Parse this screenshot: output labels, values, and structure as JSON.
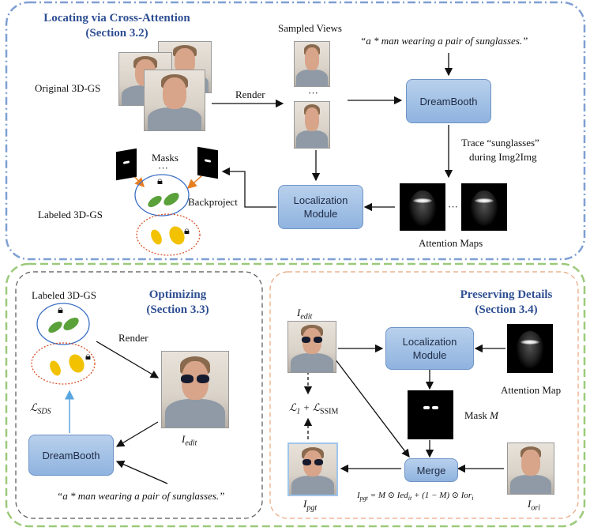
{
  "top": {
    "title_line1": "Locating via Cross-Attention",
    "title_line2": "(Section 3.2)",
    "original_label": "Original 3D-GS",
    "render_label": "Render",
    "sampled_views_label": "Sampled Views",
    "ellipsis": "···",
    "prompt": "“a * man wearing a pair of sunglasses.”",
    "dreambooth": "DreamBooth",
    "trace_line1": "Trace “sunglasses”",
    "trace_line2": "during Img2Img",
    "localization_line1": "Localization",
    "localization_line2": "Module",
    "attention_label": "Attention Maps",
    "masks_label": "Masks",
    "backproject_label": "Backproject",
    "labeled_label": "Labeled 3D-GS"
  },
  "optimizing": {
    "title_line1": "Optimizing",
    "title_line2": "(Section 3.3)",
    "labeled_label": "Labeled 3D-GS",
    "render_label": "Render",
    "lsds": "ℒSDS",
    "dreambooth": "DreamBooth",
    "iedit": "Iedit",
    "prompt": "“a * man wearing a pair of sunglasses.”"
  },
  "preserving": {
    "title_line1": "Preserving Details",
    "title_line2": "(Section 3.4)",
    "iedit": "Iedit",
    "localization_line1": "Localization",
    "localization_line2": "Module",
    "attention_label": "Attention Map",
    "loss": "ℒ1 + ℒSSIM",
    "mask_label": "Mask M",
    "merge": "Merge",
    "ipgt": "Ipgt",
    "iori": "Iori",
    "equation": "Ipgt = M ⊙ Iedit + (1 − M) ⊙ Iori"
  },
  "colors": {
    "top_border": "#7f9fd2",
    "bottom_border": "#9cc97a",
    "left_border": "#555555",
    "right_border": "#e8a57c",
    "accent": "#2f4f93",
    "gaussian_green": "#5aa13a",
    "gaussian_yellow": "#f2c200",
    "arrow_orange": "#e67e22",
    "arrow_blue": "#5aa7e0"
  }
}
